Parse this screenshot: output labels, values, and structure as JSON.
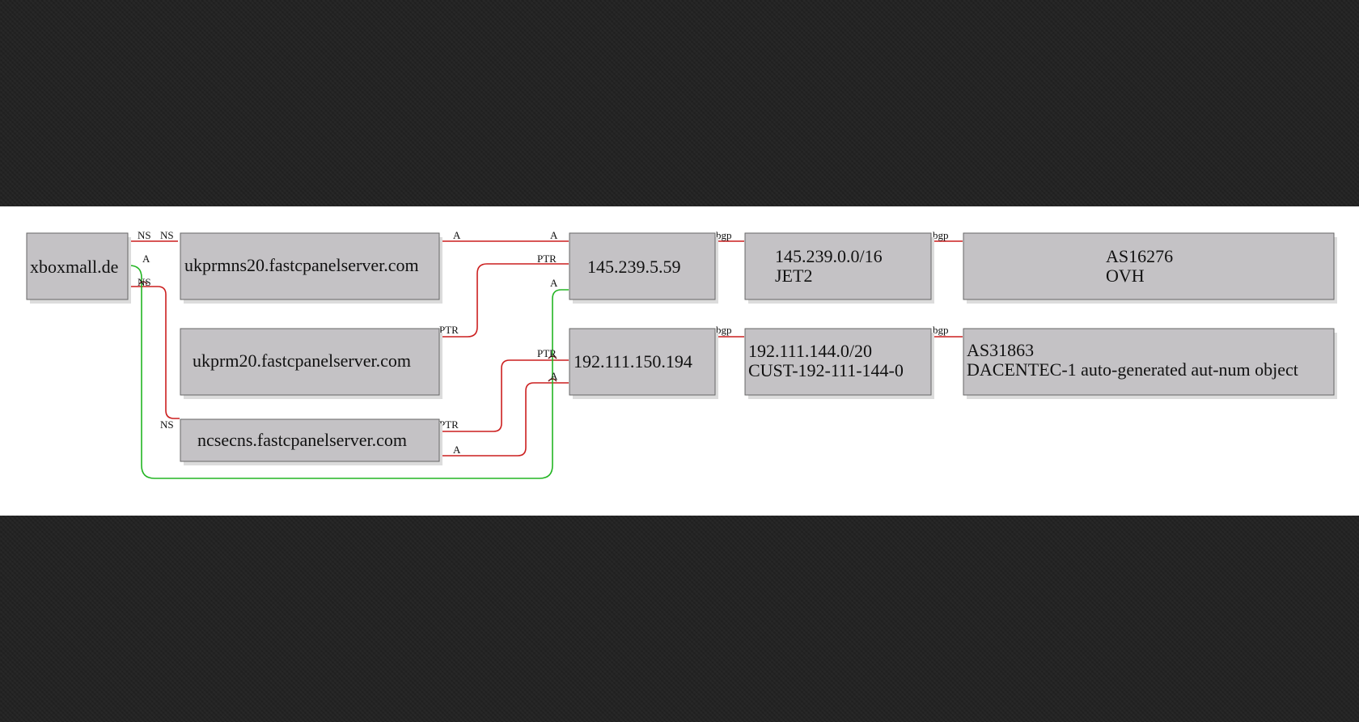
{
  "nodes": {
    "domain": "xboxmall.de",
    "ns1": "ukprmns20.fastcpanelserver.com",
    "host2": "ukprm20.fastcpanelserver.com",
    "ns3": "ncsecns.fastcpanelserver.com",
    "ip1": "145.239.5.59",
    "ip2": "192.111.150.194",
    "net1_line1": "145.239.0.0/16",
    "net1_line2": "JET2",
    "net2_line1": "192.111.144.0/20",
    "net2_line2": "CUST-192-111-144-0",
    "as1_line1": "AS16276",
    "as1_line2": "OVH",
    "as2_line1": "AS31863",
    "as2_line2": "DACENTEC-1 auto-generated aut-num object"
  },
  "edge_labels": {
    "ns": "NS",
    "a": "A",
    "ptr": "PTR",
    "bgp": "bgp"
  },
  "colors": {
    "panel_bg": "#ffffff",
    "page_bg": "#232323",
    "node_fill": "#c4c2c5",
    "edge_ns_a_ptr": "#cc1f1f",
    "edge_domain_a": "#23b523",
    "edge_bgp": "#cc1f1f"
  }
}
